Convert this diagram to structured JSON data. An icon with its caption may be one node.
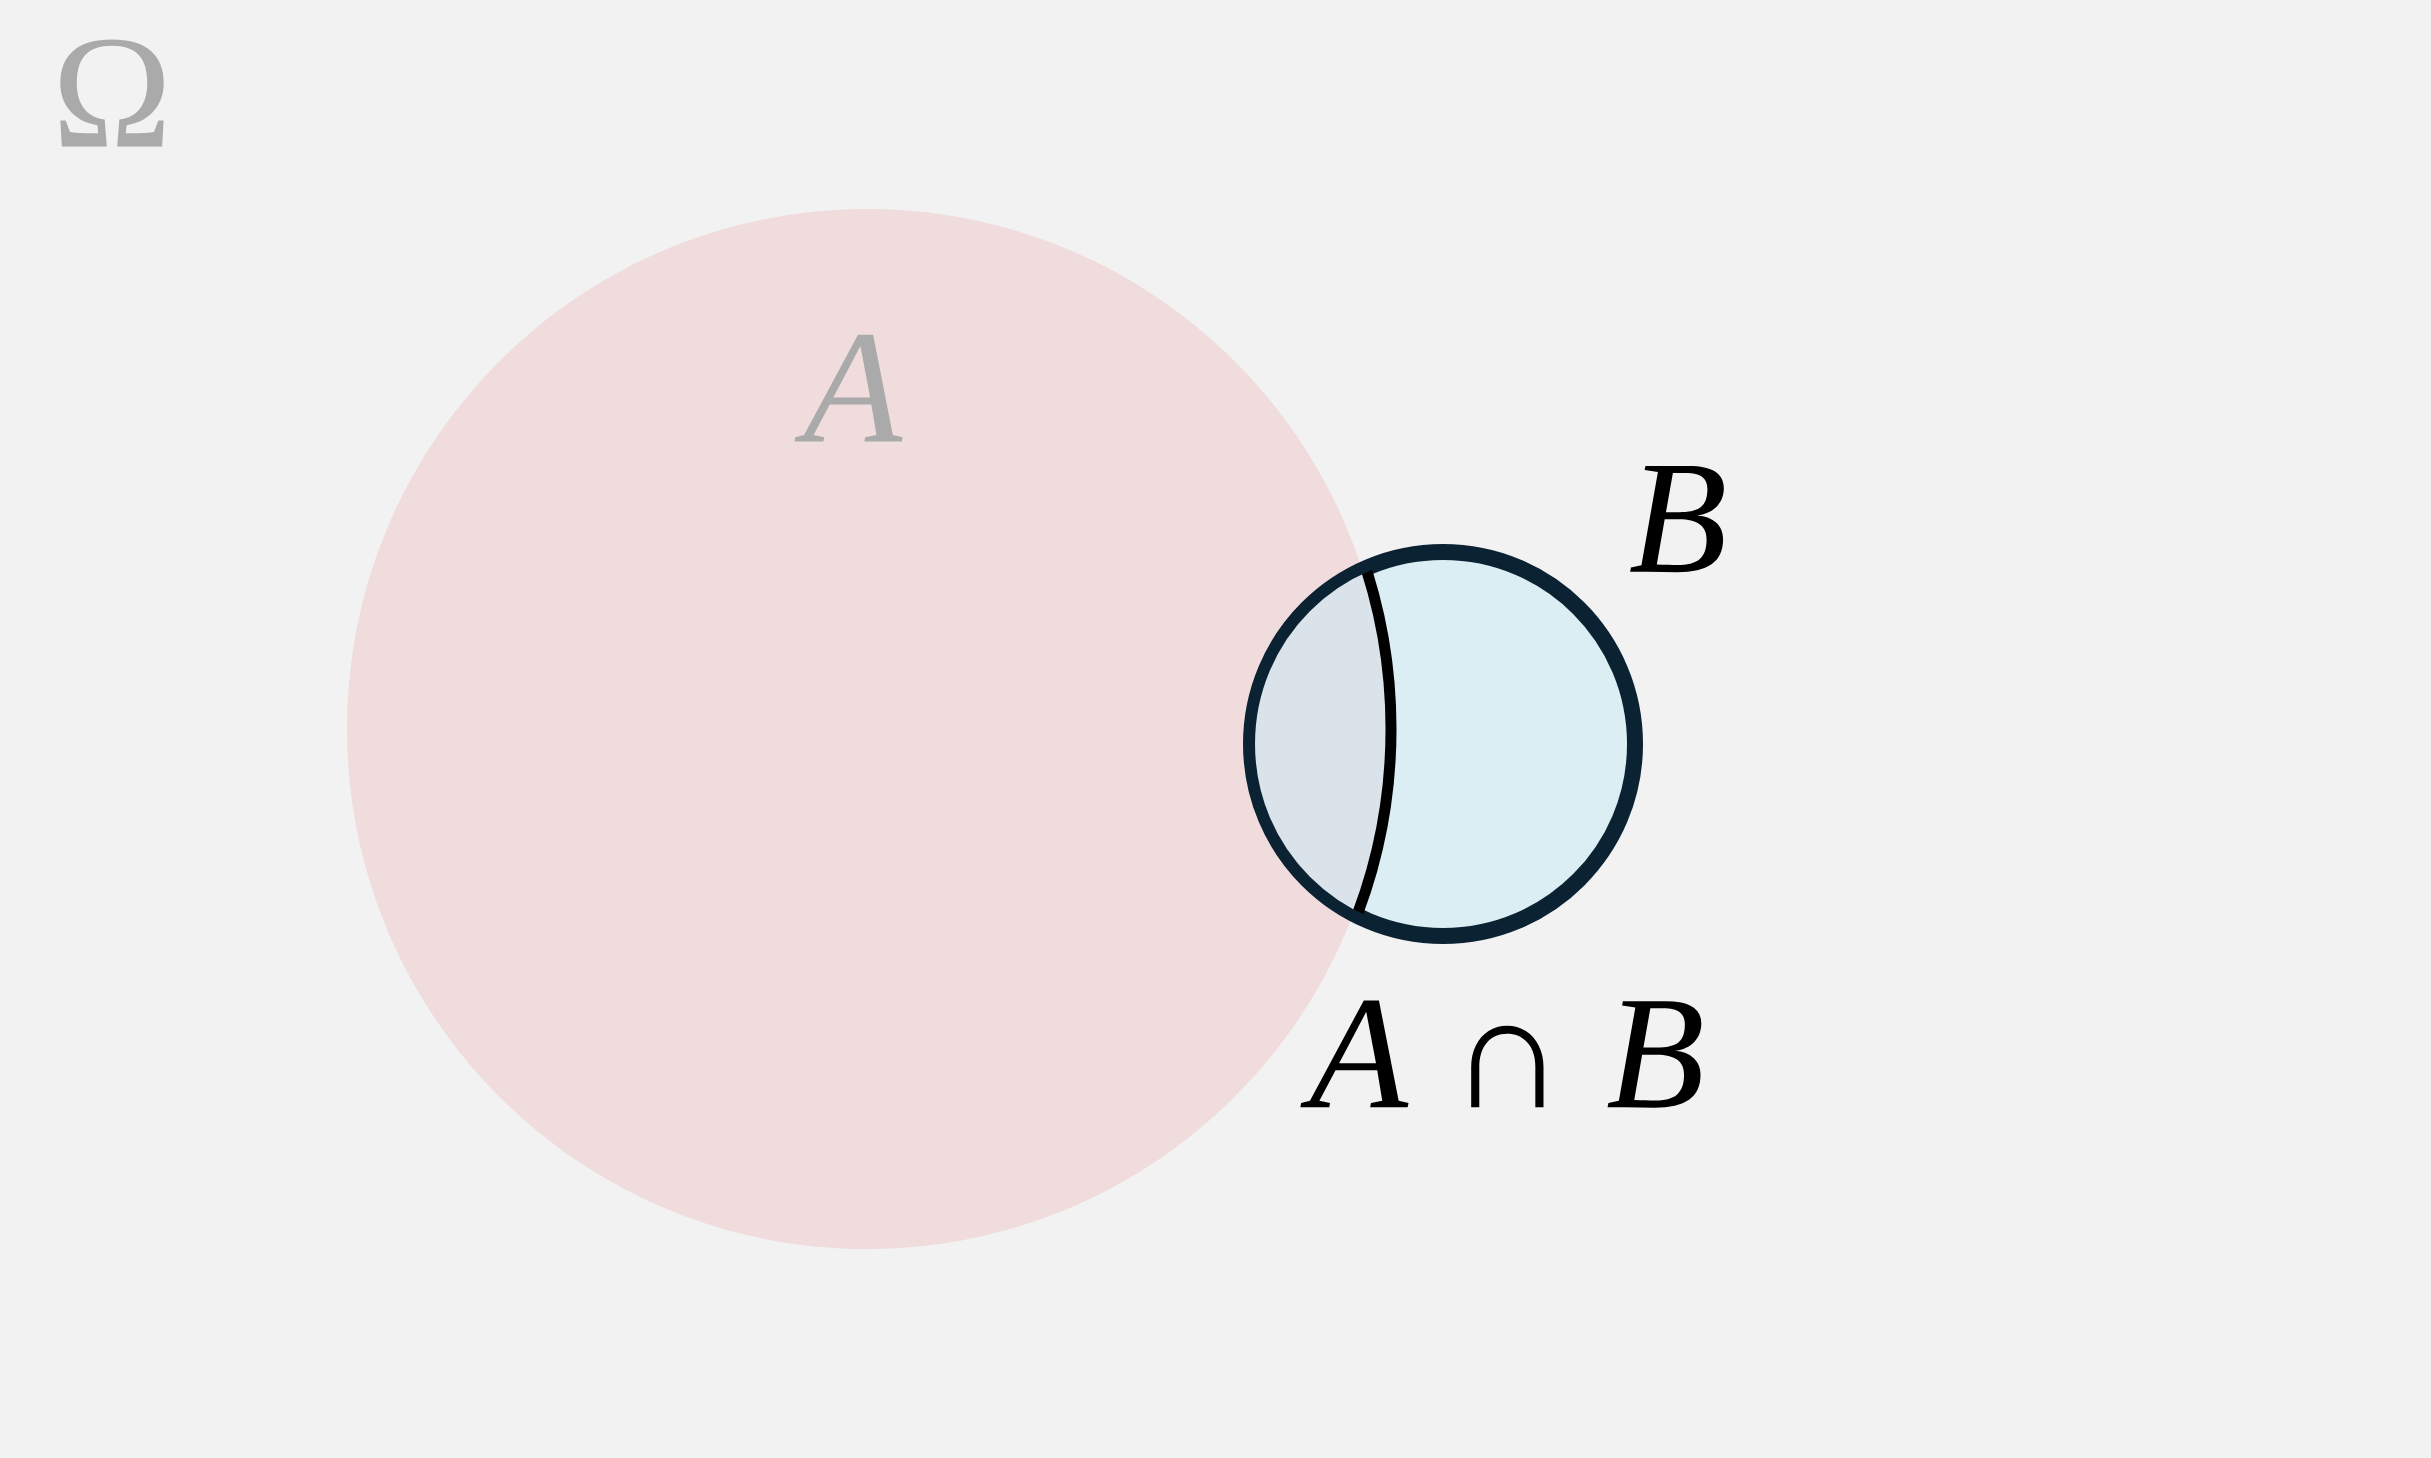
{
  "diagram": {
    "nodes": [
      {
        "text": [
          "*A*"
        ]
      },
      {
        "text": [
          "*B*"
        ]
      }
    ],
    "labels": [
      "Ω",
      "*A* ∩ *B*"
    ]
  }
}
